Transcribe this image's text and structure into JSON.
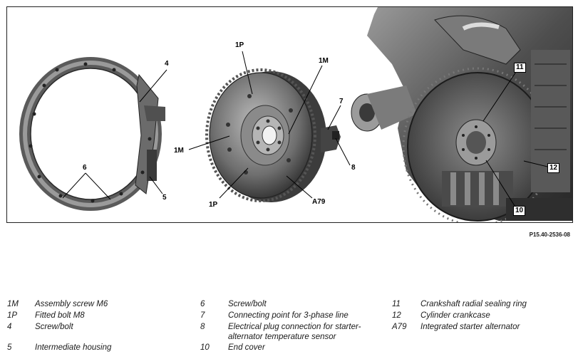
{
  "figure_code": "P15.40-2536-08",
  "callouts": {
    "c_4": "4",
    "c_6": "6",
    "c_5": "5",
    "c_1p_top": "1P",
    "c_1m_top": "1M",
    "c_1m_left": "1M",
    "c_1p_bottom": "1P",
    "c_7": "7",
    "c_8": "8",
    "c_a79": "A79",
    "c_11": "11",
    "c_12": "12",
    "c_10": "10"
  },
  "legend": [
    [
      {
        "key": "1M",
        "desc": "Assembly screw M6"
      },
      {
        "key": "1P",
        "desc": "Fitted bolt M8"
      },
      {
        "key": "4",
        "desc": "Screw/bolt"
      },
      {
        "key": "5",
        "desc": "Intermediate housing"
      }
    ],
    [
      {
        "key": "6",
        "desc": "Screw/bolt"
      },
      {
        "key": "7",
        "desc": "Connecting point for 3-phase line"
      },
      {
        "key": "8",
        "desc": "Electrical plug connection for starter-alternator temperature sensor"
      },
      {
        "key": "10",
        "desc": "End cover"
      }
    ],
    [
      {
        "key": "11",
        "desc": "Crankshaft radial sealing ring"
      },
      {
        "key": "12",
        "desc": "Cylinder crankcase"
      },
      {
        "key": "A79",
        "desc": "Integrated starter alternator"
      }
    ]
  ]
}
